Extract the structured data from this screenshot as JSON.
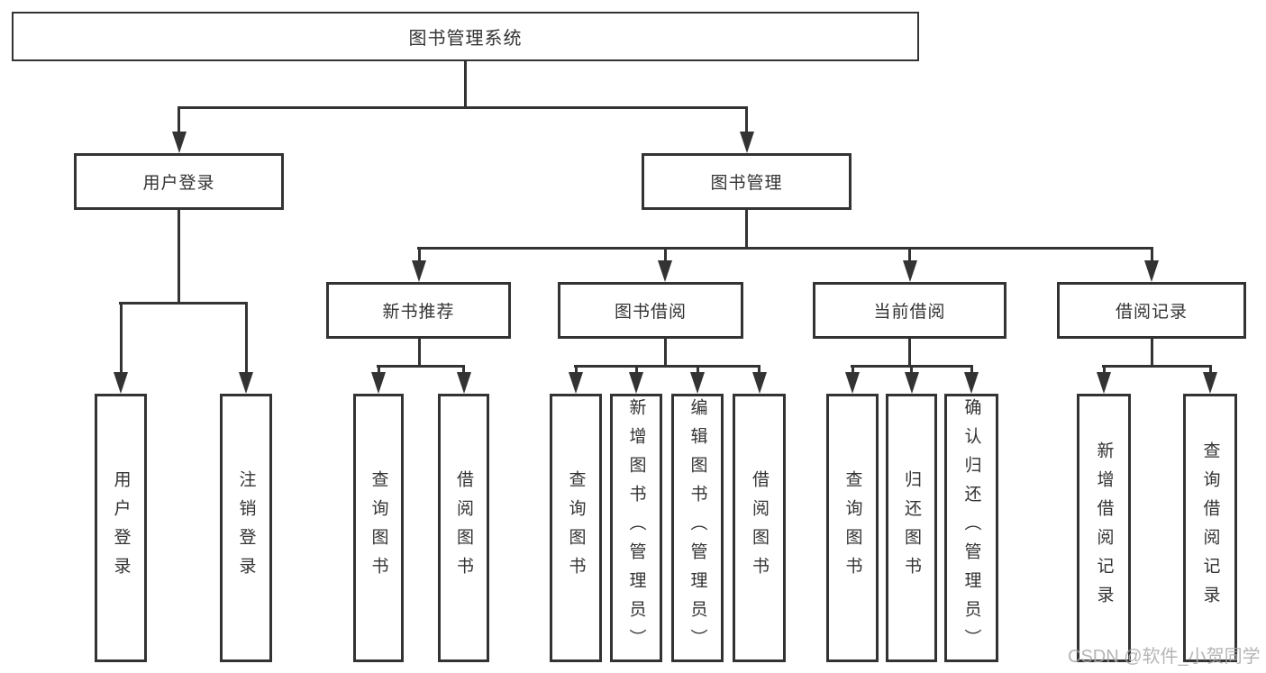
{
  "tree": {
    "root": {
      "label": "图书管理系统"
    },
    "branches": [
      {
        "label": "用户登录",
        "children": [
          {
            "label": "用户登录"
          },
          {
            "label": "注销登录"
          }
        ]
      },
      {
        "label": "图书管理",
        "children": [
          {
            "label": "新书推荐",
            "children": [
              {
                "label": "查询图书"
              },
              {
                "label": "借阅图书"
              }
            ]
          },
          {
            "label": "图书借阅",
            "children": [
              {
                "label": "查询图书"
              },
              {
                "label": "新增图书（管理员）"
              },
              {
                "label": "编辑图书（管理员）"
              },
              {
                "label": "借阅图书"
              }
            ]
          },
          {
            "label": "当前借阅",
            "children": [
              {
                "label": "查询图书"
              },
              {
                "label": "归还图书"
              },
              {
                "label": "确认归还（管理员）"
              }
            ]
          },
          {
            "label": "借阅记录",
            "children": [
              {
                "label": "新增借阅记录"
              },
              {
                "label": "查询借阅记录"
              }
            ]
          }
        ]
      }
    ]
  },
  "watermark": {
    "label": "CSDN @软件_小贺同学"
  },
  "colors": {
    "line": "#333333",
    "box_fill": "#ffffff",
    "background": "#ffffff",
    "watermark": "#a9a9a9"
  }
}
